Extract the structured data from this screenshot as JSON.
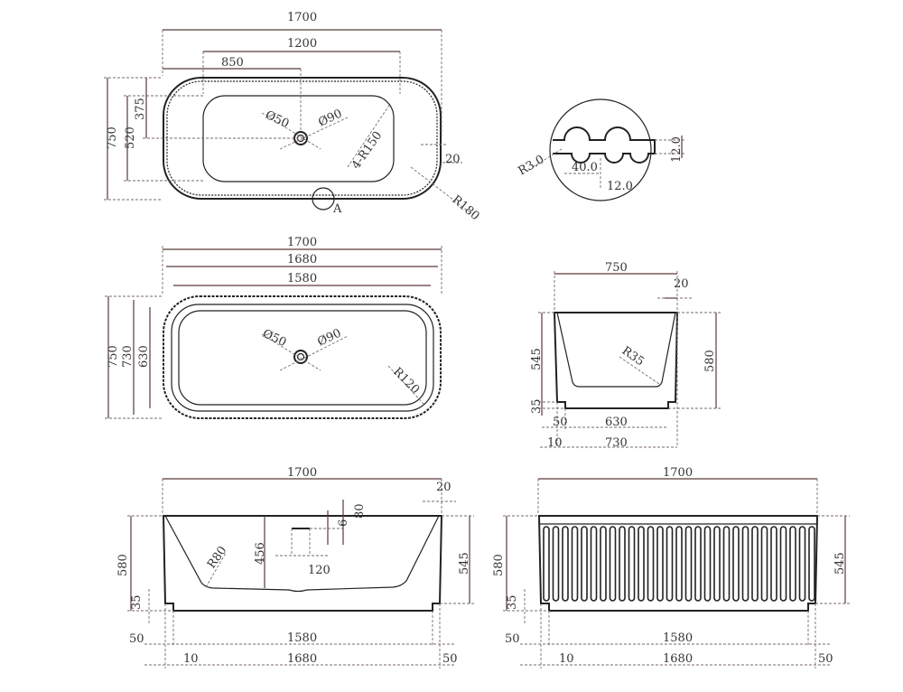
{
  "top_view_1": {
    "overall_length": "1700",
    "basin_length": "1200",
    "drain_offset": "850",
    "overall_width": "750",
    "basin_width": "520",
    "drain_offset_y": "375",
    "drain_dia_small": "Ø50",
    "drain_dia_large": "Ø90",
    "corner_radius_inner": "4-R150",
    "wall": "20",
    "corner_radius_outer": "R180",
    "detail_marker": "A"
  },
  "detail_a": {
    "radius": "R3.0",
    "flute_width": "40.0",
    "flute_depth": "12.0",
    "height": "12.0"
  },
  "top_view_2": {
    "overall_length": "1700",
    "rim_length": "1680",
    "inner_length": "1580",
    "overall_width": "750",
    "rim_width": "730",
    "inner_width": "630",
    "drain_dia_small": "Ø50",
    "drain_dia_large": "Ø90",
    "corner_radius": "R120"
  },
  "end_view": {
    "width": "750",
    "wall": "20",
    "inner_depth": "545",
    "height": "580",
    "radius": "R35",
    "plinth": "35",
    "inset": "50",
    "base_width": "630",
    "offset": "10",
    "plinth_width": "730"
  },
  "front_section": {
    "length": "1700",
    "wall": "20",
    "overflow_a": "80",
    "overflow_b": "6",
    "depth": "456",
    "overflow_width": "120",
    "radius": "R80",
    "height": "580",
    "inner_depth": "545",
    "plinth": "35",
    "inset_left": "50",
    "base_length": "1580",
    "offset": "10",
    "plinth_length": "1680",
    "inset_right": "50"
  },
  "front_exterior": {
    "length": "1700",
    "height": "580",
    "inner_depth": "545",
    "plinth": "35",
    "inset_left": "50",
    "base_length": "1580",
    "offset": "10",
    "plinth_length": "1680",
    "inset_right": "50"
  }
}
